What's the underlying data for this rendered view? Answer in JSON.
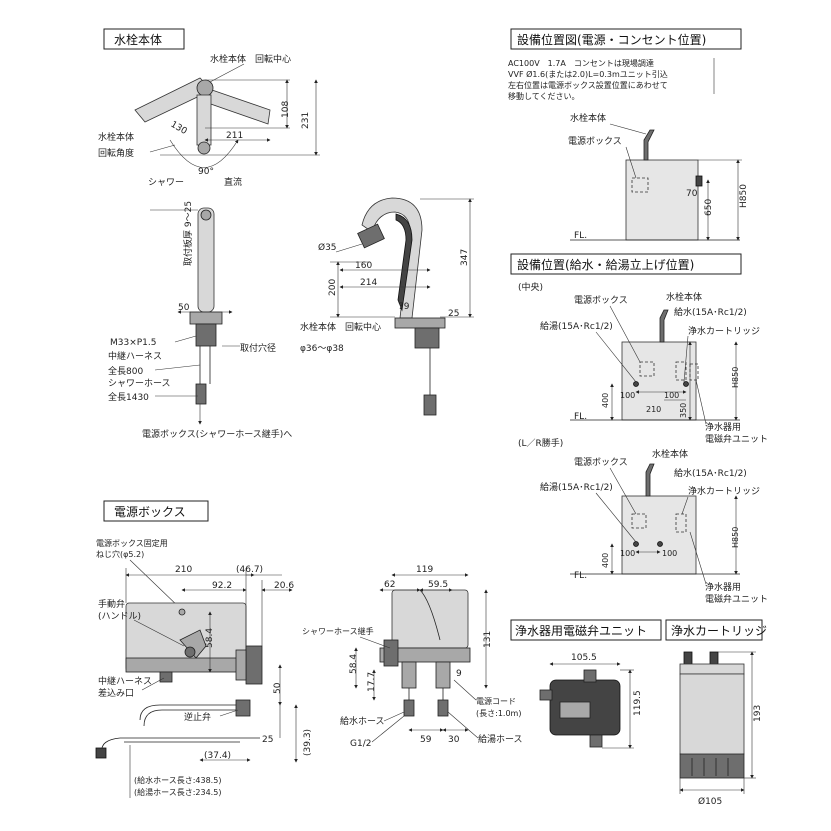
{
  "sections": {
    "faucet_body": "水栓本体",
    "install_power": "設備位置図(電源・コンセント位置)",
    "install_water": "設備位置(給水・給湯立上げ位置)",
    "power_box": "電源ボックス",
    "valve_unit": "浄水器用電磁弁ユニット",
    "cartridge": "浄水カートリッジ"
  },
  "faucet_top": {
    "body_center": "水栓本体　回転中心",
    "rotation_angle_1": "水栓本体",
    "rotation_angle_2": "回転角度",
    "shower": "シャワー",
    "straight": "直流",
    "d108": "108",
    "d231": "231",
    "d211": "211",
    "d130": "130",
    "d90": "90°"
  },
  "faucet_front": {
    "plate_thickness": "取付板厚 9～25",
    "d50": "50",
    "thread": "M33×P1.5",
    "hole": "取付穴径",
    "hole_val": "φ36～φ38",
    "harness": "中継ハーネス",
    "harness_len": "全長800",
    "hose": "シャワーホース",
    "hose_len": "全長1430",
    "to_box": "電源ボックス(シャワーホース継手)へ"
  },
  "faucet_side": {
    "d35": "Ø35",
    "d160": "160",
    "d214": "214",
    "d200": "200",
    "d347": "347",
    "d79": "79",
    "d25": "25",
    "center": "水栓本体　回転中心"
  },
  "power_install": {
    "note1": "AC100V　1.7A　コンセントは現場調達",
    "note2": "VVF Ø1.6(または2.0)L=0.3mユニット引込",
    "note3": "左右位置は電源ボックス設置位置にあわせて",
    "note4": "移動してください。",
    "faucet": "水栓本体",
    "box": "電源ボックス",
    "d70": "70",
    "d650": "650",
    "h850": "H850",
    "fl": "FL."
  },
  "water_install": {
    "center_label": "(中央)",
    "lr_label": "(L／R勝手)",
    "box": "電源ボックス",
    "faucet": "水栓本体",
    "supply": "給水(15A･Rc1/2)",
    "hot": "給湯(15A･Rc1/2)",
    "cartridge": "浄水カートリッジ",
    "valve1": "浄水器用",
    "valve2": "電磁弁ユニット",
    "d100": "100",
    "d210": "210",
    "d350": "350",
    "d400": "400",
    "h850": "H850",
    "fl": "FL."
  },
  "power_box": {
    "screw1": "電源ボックス固定用",
    "screw2": "ねじ穴(φ5.2)",
    "d210": "210",
    "d467": "(46.7)",
    "d922": "92.2",
    "d206": "20.6",
    "valve1": "手動弁",
    "valve2": "(ハンドル)",
    "d584": "58.4",
    "harness1": "中継ハーネス",
    "harness2": "差込み口",
    "check": "逆止弁",
    "d50": "50",
    "d25": "25",
    "d374": "(37.4)",
    "d393": "(39.3)",
    "len1": "(給水ホース長さ:438.5)",
    "len2": "(給湯ホース長さ:234.5)",
    "d119": "119",
    "d62": "62",
    "d595": "59.5",
    "shower_joint": "シャワーホース継手",
    "d131": "131",
    "s584": "58.4",
    "d177": "17.7",
    "d9": "9",
    "cord1": "電源コード",
    "cord2": "(長さ:1.0m)",
    "supply_hose": "給水ホース",
    "g12": "G1/2",
    "d59": "59",
    "d30": "30",
    "hot_hose": "給湯ホース"
  },
  "valve_unit": {
    "d1055": "105.5",
    "d1195": "119.5"
  },
  "cartridge": {
    "d193": "193",
    "d105": "Ø105"
  }
}
